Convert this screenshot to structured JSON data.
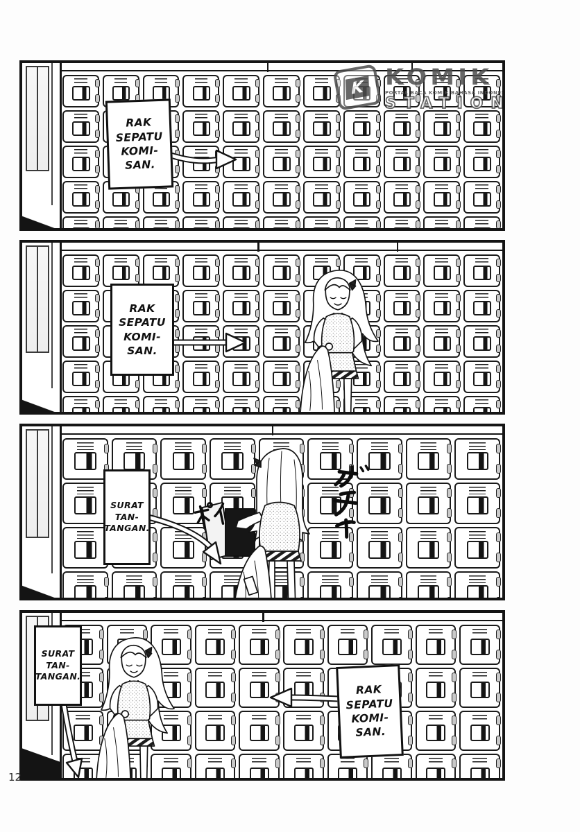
{
  "page": {
    "number": "12"
  },
  "watermark": {
    "monogram": "K",
    "brand": "KOMIK",
    "brand_sub": "STATION",
    "tagline": "PORTAL BACA KOMIK BAHASA INDONESIA"
  },
  "labels": {
    "rak_sepatu": {
      "l1": "RAK",
      "l2": "SEPATU",
      "l3": "KOMI-",
      "l4": "SAN."
    },
    "surat_tantangan": {
      "l1": "SURAT",
      "l2": "TAN-",
      "l3": "TANGAN."
    }
  },
  "sfx": {
    "gacha": "ガチャ",
    "poi": "ポイ"
  },
  "panels": {
    "p1": {
      "lockers": {
        "rows": 5,
        "cols": 11
      }
    },
    "p2": {
      "lockers": {
        "rows": 5,
        "cols": 11
      }
    },
    "p3": {
      "lockers": {
        "rows": 4,
        "cols": 9
      }
    },
    "p4": {
      "lockers": {
        "rows": 4,
        "cols": 10
      }
    }
  }
}
